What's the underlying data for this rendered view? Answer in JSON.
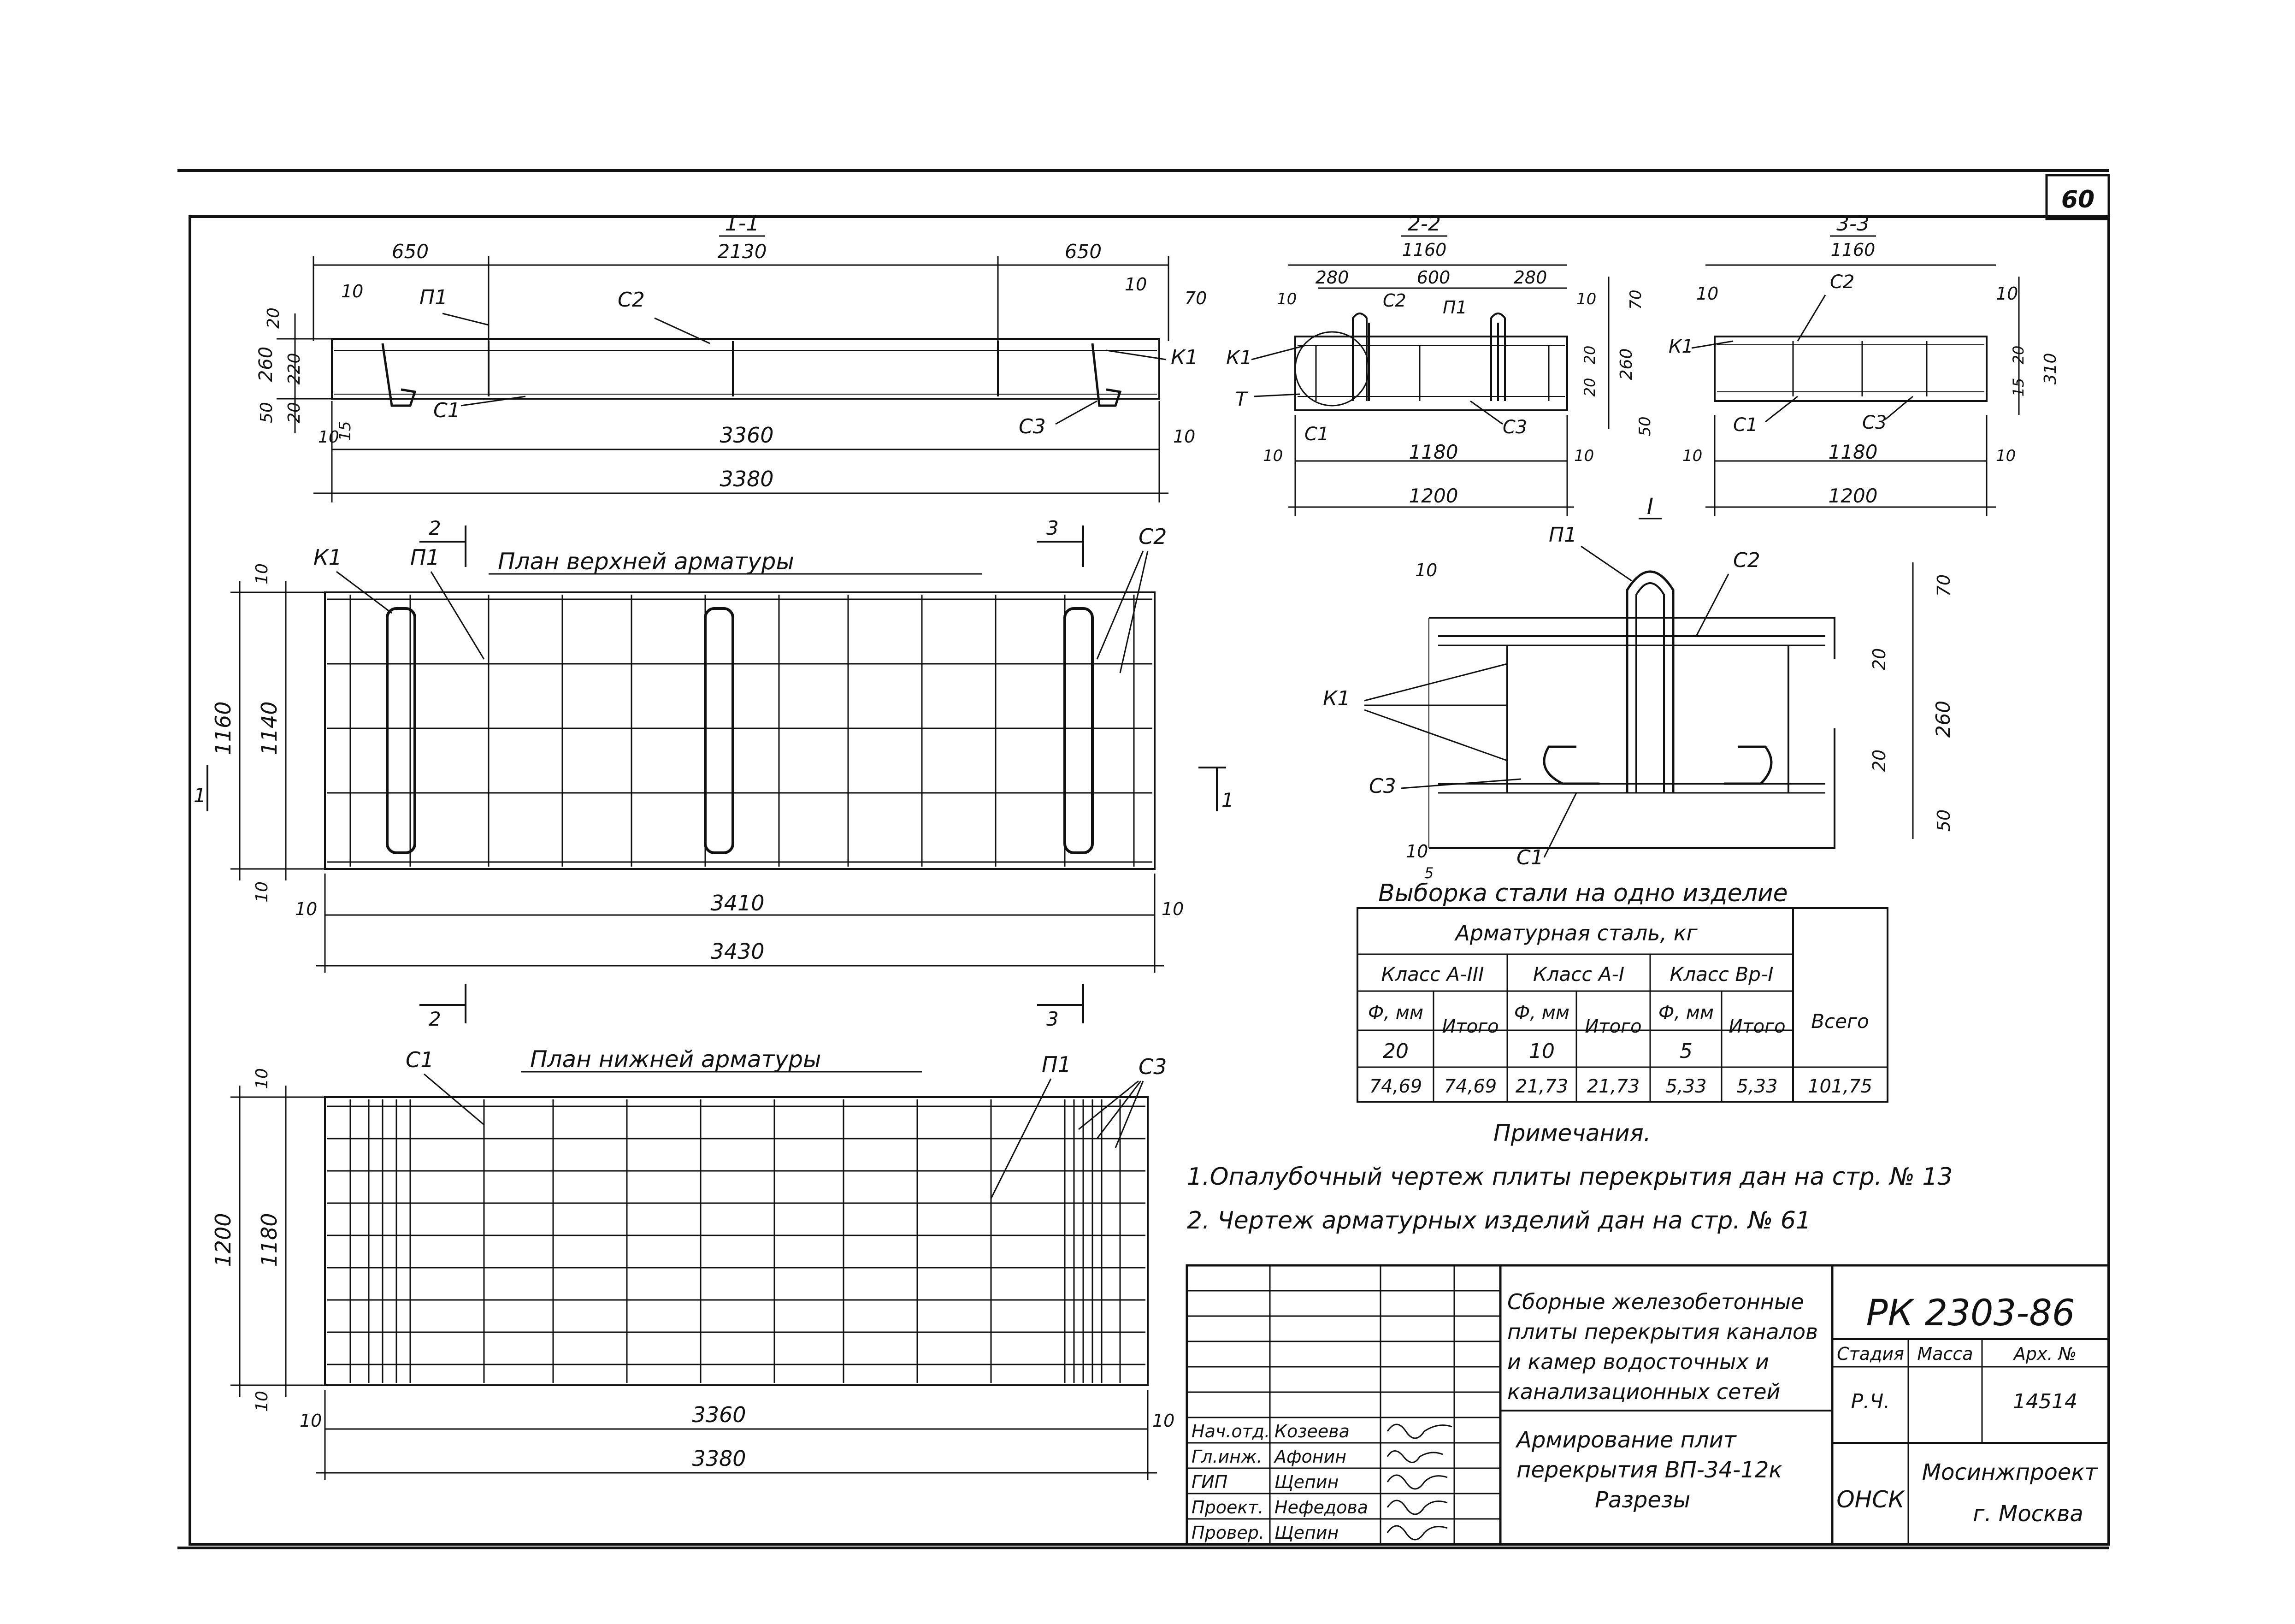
{
  "page_number": "60",
  "section_1": {
    "title": "1-1",
    "dims_top": [
      "650",
      "2130",
      "650"
    ],
    "dims_left": [
      "260",
      "20",
      "220",
      "50",
      "20",
      "10",
      "15"
    ],
    "dims_small": [
      "10",
      "10",
      "70"
    ],
    "dims_bottom": [
      "3360",
      "3380",
      "10"
    ],
    "labels": [
      "П1",
      "С2",
      "К1",
      "С1",
      "С3"
    ]
  },
  "section_2": {
    "title": "2-2",
    "dims_top": [
      "1160",
      "280",
      "600",
      "280",
      "10",
      "10"
    ],
    "dims_right": [
      "70",
      "20",
      "20",
      "260",
      "50"
    ],
    "dims_bottom": [
      "1180",
      "1200",
      "10",
      "10"
    ],
    "labels": [
      "С2",
      "П1",
      "К1",
      "Т",
      "С1",
      "С3"
    ]
  },
  "section_3": {
    "title": "3-3",
    "dims_top": [
      "1160",
      "10",
      "10"
    ],
    "dims_right": [
      "20",
      "15",
      "310"
    ],
    "dims_bottom": [
      "1180",
      "1200",
      "10",
      "10"
    ],
    "labels": [
      "С2",
      "К1",
      "С1",
      "С3"
    ]
  },
  "detail_T": {
    "title": "I",
    "dims": [
      "10",
      "70",
      "20",
      "260",
      "20",
      "50",
      "10",
      "5"
    ],
    "labels": [
      "П1",
      "С2",
      "К1",
      "С3",
      "С1"
    ]
  },
  "plan_top": {
    "title": "План верхней    арматуры",
    "cut_marks": [
      "2",
      "3",
      "1",
      "1"
    ],
    "dims_left": [
      "10",
      "1160",
      "1140",
      "10"
    ],
    "dims_bottom": [
      "10",
      "3410",
      "10",
      "3430"
    ],
    "labels": [
      "К1",
      "П1",
      "С2"
    ]
  },
  "plan_bottom": {
    "title": "План нижней   арматуры",
    "cut_marks": [
      "2",
      "3"
    ],
    "dims_left": [
      "10",
      "1200",
      "1180",
      "10"
    ],
    "dims_bottom": [
      "10",
      "3360",
      "10",
      "3380"
    ],
    "labels": [
      "С1",
      "П1",
      "С3"
    ]
  },
  "steel_table": {
    "caption": "Выборка стали на одно изделие",
    "header_group": "Арматурная    сталь, кг",
    "classes": [
      "Класс А-III",
      "Класс А-I",
      "Класс Вр-I"
    ],
    "col_dia": "Ф, мм",
    "col_total": "Итого",
    "col_all": "Всего",
    "diameters": [
      "20",
      "10",
      "5"
    ],
    "values": [
      "74,69",
      "74,69",
      "21,73",
      "21,73",
      "5,33",
      "5,33",
      "101,75"
    ]
  },
  "notes": {
    "heading": "Примечания.",
    "items": [
      "1.Опалубочный  чертеж  плиты  перекрытия  дан на    стр. № 13",
      "2. Чертеж  арматурных  изделий  дан на     стр.  №  61"
    ]
  },
  "title_block": {
    "code": "РК 2303-86",
    "description": [
      "Сборные  железобетонные",
      "плиты перекрытия каналов",
      "и камер  водосточных  и",
      "канализационных сетей"
    ],
    "drawing_title": [
      "Армирование  плит",
      "перекрытия  ВП-34-12к",
      "Разрезы"
    ],
    "col_headers": [
      "Стадия",
      "Масса",
      "Арх. №"
    ],
    "stage": "Р.Ч.",
    "archive": "14514",
    "dept": "ОНСК",
    "org": [
      "Мосинжпроект",
      "г. Москва"
    ],
    "signers": [
      {
        "role": "Нач.отд.",
        "name": "Козеева"
      },
      {
        "role": "Гл.инж.",
        "name": "Афонин"
      },
      {
        "role": "ГИП",
        "name": "Щепин"
      },
      {
        "role": "Проект.",
        "name": "Нефедова"
      },
      {
        "role": "Провер.",
        "name": "Щепин"
      }
    ]
  }
}
